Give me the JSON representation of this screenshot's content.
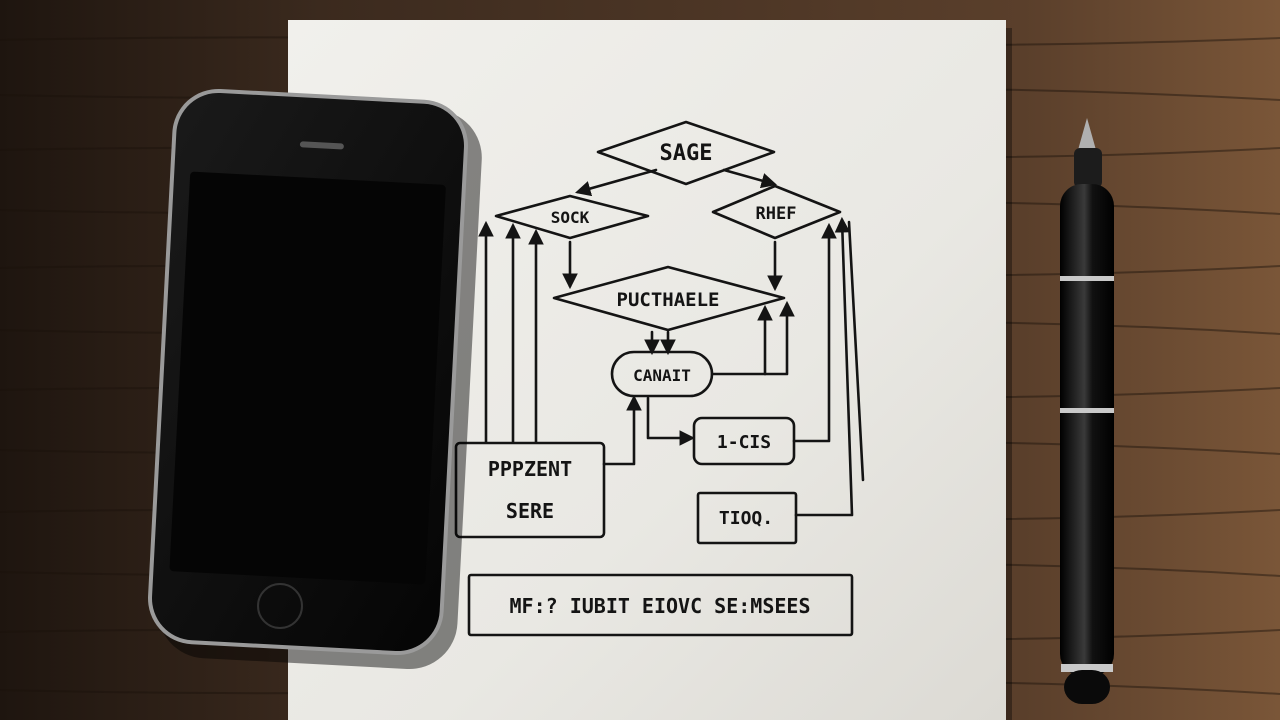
{
  "flowchart": {
    "top": "SAGE",
    "left": "SOCK",
    "right": "RHEF",
    "middle": "PUCTHAELE",
    "oval": "CANAIT",
    "box_left_line1": "PPPZENT",
    "box_left_line2": "SERE",
    "box_right_upper": "1-CIS",
    "box_right_lower": "TIOQ.",
    "banner": "MF:? IUBIT EIOVC SE:MSEES"
  },
  "colors": {
    "desk_dark": "#241a13",
    "desk_mid": "#4a3526",
    "desk_light": "#6e4d33",
    "paper": "#ecebe7",
    "ink": "#141414",
    "phone_body": "#0d0d0d",
    "phone_bezel": "#8a8a8a",
    "pen_body": "#0a0a0a",
    "pen_ring": "#c9c9c9"
  }
}
